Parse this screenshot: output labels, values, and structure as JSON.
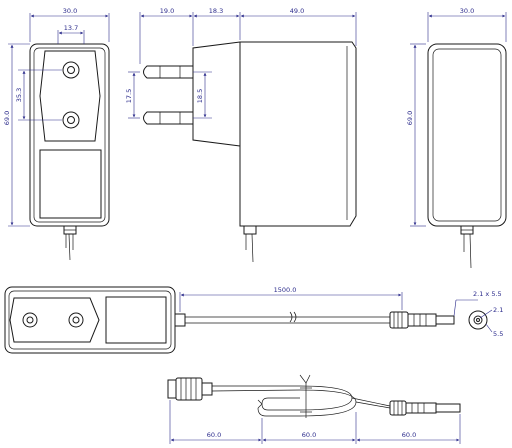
{
  "colors": {
    "line": "#1a1a1a",
    "dimension": "#2c2c8c",
    "background": "#ffffff"
  },
  "front_view": {
    "width": "30.0",
    "pin_spacing": "13.7",
    "height": "69.0",
    "pin_height": "35.3"
  },
  "side_view": {
    "pin_length": "19.0",
    "depth": "18.3",
    "body_depth": "49.0",
    "pin_offset_a": "17.5",
    "pin_offset_b": "18.5"
  },
  "back_view": {
    "width": "30.0",
    "height": "69.0"
  },
  "cable_view": {
    "cable_length": "1500.0",
    "plug_size": "2.1 x 5.5",
    "inner_dia": "2.1",
    "outer_dia": "5.5"
  },
  "coiled_view": {
    "seg_a": "60.0",
    "seg_b": "60.0",
    "seg_c": "60.0"
  }
}
